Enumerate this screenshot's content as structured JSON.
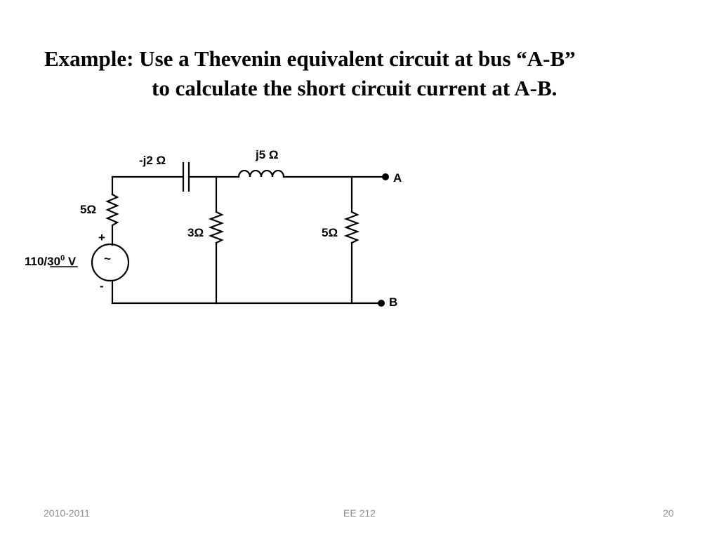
{
  "slide": {
    "title_line1": "Example: Use a Thevenin equivalent circuit at bus “A-B”",
    "title_line2": "to calculate the short circuit current at A-B."
  },
  "circuit": {
    "capacitor_label": "-j2 Ω",
    "inductor_label": "j5 Ω",
    "series_resistor_label": "5Ω",
    "middle_resistor_label": "3Ω",
    "right_resistor_label": "5Ω",
    "source_label_magnitude": "110/30",
    "source_label_exponent": "0",
    "source_label_unit": " V",
    "source_symbol": "~",
    "plus_sign": "+",
    "minus_sign": "-",
    "terminal_a": "A",
    "terminal_b": "B"
  },
  "footer": {
    "left": "2010-2011",
    "center": "EE 212",
    "right": "20"
  }
}
